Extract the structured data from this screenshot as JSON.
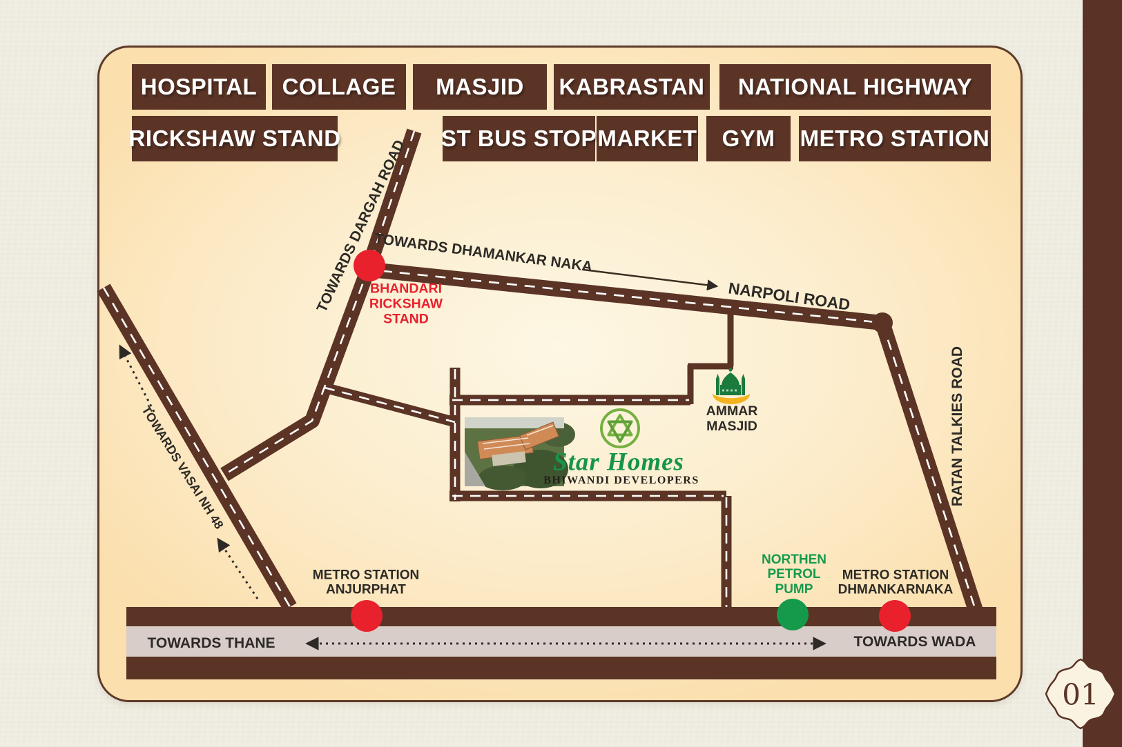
{
  "map": {
    "legend": {
      "row1": [
        "HOSPITAL",
        "COLLAGE",
        "MASJID",
        "KABRASTAN",
        "NATIONAL HIGHWAY"
      ],
      "row2": [
        "RICKSHAW STAND",
        "ST BUS STOP",
        "MARKET",
        "GYM",
        "METRO STATION"
      ]
    },
    "roads": {
      "dargah": "TOWARDS DARGAH ROAD",
      "dhamankar": "TOWARDS DHAMANKAR NAKA",
      "narpoli": "NARPOLI ROAD",
      "ratan": "RATAN TALKIES ROAD",
      "vasai": "TOWARDS VASAI NH 48",
      "thane": "TOWARDS THANE",
      "wada": "TOWARDS WADA"
    },
    "pois": {
      "bhandari": "BHANDARI\nRICKSHAW\nSTAND",
      "ammar": "AMMAR\nMASJID",
      "anjurphat": "METRO STATION\nANJURPHAT",
      "petrol": "NORTHEN\nPETROL\nPUMP",
      "dhmankarnaka": "METRO STATION\nDHMANKARNAKA"
    },
    "icons": {
      "masjid": "mosque-icon",
      "brand_emblem": "star-knot-icon",
      "photo": "aerial-photo"
    },
    "colors": {
      "road_brown": "#5b3426",
      "accent_red": "#e8212d",
      "accent_green": "#159a4c",
      "panel_cream": "#fceccb",
      "highway_strip": "#d9cdc9"
    }
  },
  "brand": {
    "name": "Star Homes",
    "developer": "BHIWANDI DEVELOPERS"
  },
  "page": {
    "number": "01"
  }
}
